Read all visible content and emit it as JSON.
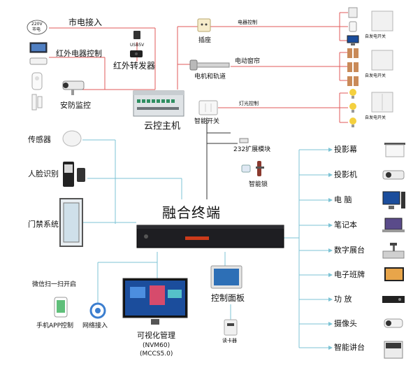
{
  "labels": {
    "mains_power_in": "市电接入",
    "power_220v": "220V",
    "power_mains": "市电",
    "ir_appliance_control": "红外电器控制",
    "ir_repeater": "红外转发器",
    "usb_5v": "USB5V",
    "security_monitoring": "安防监控",
    "socket": "插座",
    "appliance_control": "电器控制",
    "motor_and_rail": "电机和轨道",
    "motor_curtain": "电动窗帘",
    "smart_switch": "智能开关",
    "lighting_control": "灯光控制",
    "cloud_host": "云控主机",
    "module_232": "232扩展模块",
    "smart_lock": "智能锁",
    "fusion_terminal": "融合终端",
    "sensor": "传感器",
    "face_recognition": "人脸识别",
    "access_control": "门禁系统",
    "wechat_scan": "微信扫一扫开启",
    "mobile_app": "手机APP控制",
    "network_access": "网络接入",
    "visual_management": "可视化管理",
    "nvm60": "(NVM60)",
    "mccs50": "(MCCS5.0)",
    "control_panel": "控制面板",
    "card_reader": "读卡器",
    "self_generating_switch": "自发电开关"
  },
  "outputs": [
    "投影幕",
    "投影机",
    "电 脑",
    "笔记本",
    "数字展台",
    "电子班牌",
    "功 放",
    "摄像头",
    "智能讲台"
  ],
  "colors": {
    "red_wire": "#e15a5a",
    "cyan_wire": "#7cc3d4",
    "dark_wire": "#333333",
    "terminal_body": "#1e1e22",
    "terminal_stripe": "#cc3b1a",
    "host_green": "#2f8f62",
    "screen_blue": "#1b4d9c",
    "bulb_yellow": "#f4d03f"
  }
}
